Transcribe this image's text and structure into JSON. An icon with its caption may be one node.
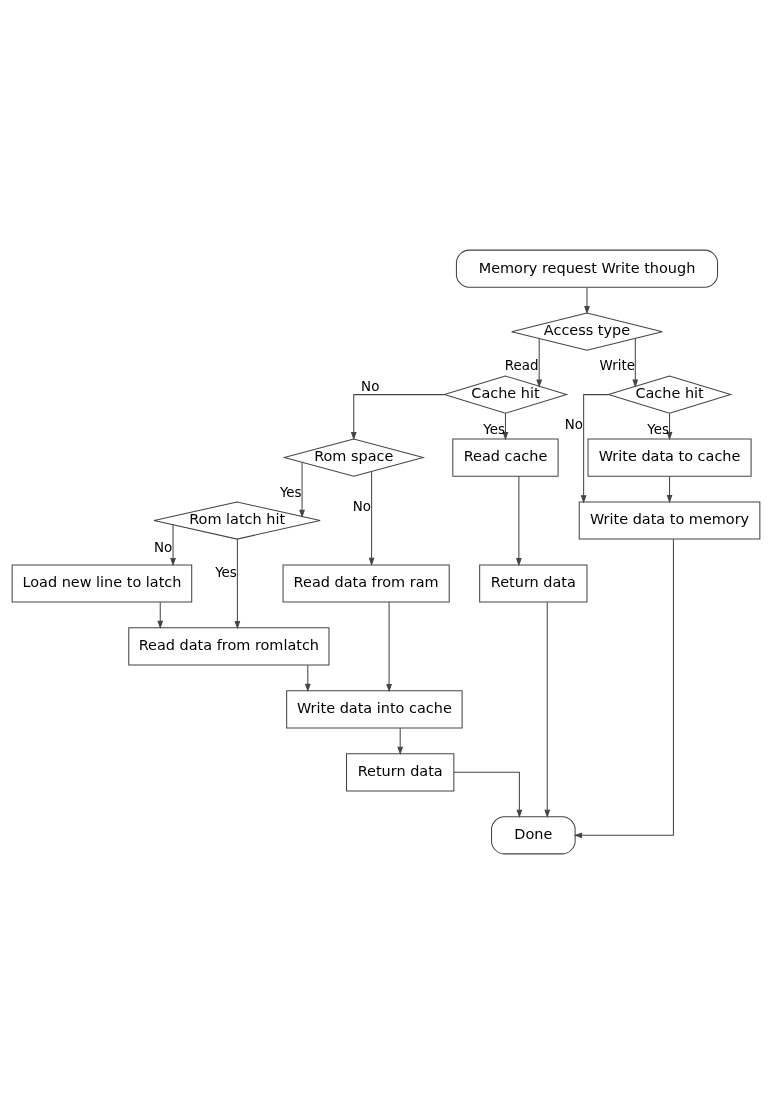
{
  "diagram": {
    "nodes": [
      {
        "text": [
          "Memory request Write though"
        ]
      },
      {
        "text": [
          "Access type"
        ]
      },
      {
        "text": [
          "Cache hit"
        ]
      },
      {
        "text": [
          "Cache hit"
        ]
      },
      {
        "text": [
          "Rom space"
        ]
      },
      {
        "text": [
          "Rom latch hit"
        ]
      },
      {
        "text": [
          "Write data to cache"
        ]
      },
      {
        "text": [
          "Write data to memory"
        ]
      },
      {
        "text": [
          "Read data from ram"
        ]
      },
      {
        "text": [
          "Load new line to latch"
        ]
      },
      {
        "text": [
          "Read data from romlatch"
        ]
      },
      {
        "text": [
          "Read cache"
        ]
      },
      {
        "text": [
          "Write data into cache"
        ]
      },
      {
        "text": [
          "Return data"
        ]
      },
      {
        "text": [
          "Return data"
        ]
      },
      {
        "text": [
          "Done"
        ]
      }
    ],
    "edges": [
      {
        "from": 0,
        "to": 1,
        "arrow": "to"
      },
      {
        "from": 1,
        "to": 2,
        "arrow": "to",
        "label": "Read"
      },
      {
        "from": 1,
        "to": 3,
        "arrow": "to",
        "label": "Write"
      },
      {
        "from": 2,
        "to": 4,
        "arrow": "to",
        "label": "No"
      },
      {
        "from": 2,
        "to": 11,
        "arrow": "to",
        "label": "Yes"
      },
      {
        "from": 3,
        "to": 6,
        "arrow": "to",
        "label": "Yes"
      },
      {
        "from": 3,
        "to": 7,
        "arrow": "to",
        "label": "No"
      },
      {
        "from": 4,
        "to": 8,
        "arrow": "to",
        "label": "No"
      },
      {
        "from": 4,
        "to": 5,
        "arrow": "to",
        "label": "Yes"
      },
      {
        "from": 5,
        "to": 10,
        "arrow": "to",
        "label": "Yes"
      },
      {
        "from": 5,
        "to": 9,
        "arrow": "to",
        "label": "No"
      },
      {
        "from": 9,
        "to": 10,
        "arrow": "to"
      },
      {
        "from": 6,
        "to": 7,
        "arrow": "to"
      },
      {
        "from": 8,
        "to": 12,
        "arrow": "to"
      },
      {
        "from": 10,
        "to": 12,
        "arrow": "to"
      },
      {
        "from": 12,
        "to": 13,
        "arrow": "to"
      },
      {
        "from": 11,
        "to": 14,
        "arrow": "to"
      },
      {
        "from": 13,
        "to": 15,
        "arrow": "to"
      },
      {
        "from": 14,
        "to": 15,
        "arrow": "to"
      },
      {
        "from": 7,
        "to": 15,
        "arrow": "to"
      }
    ]
  }
}
